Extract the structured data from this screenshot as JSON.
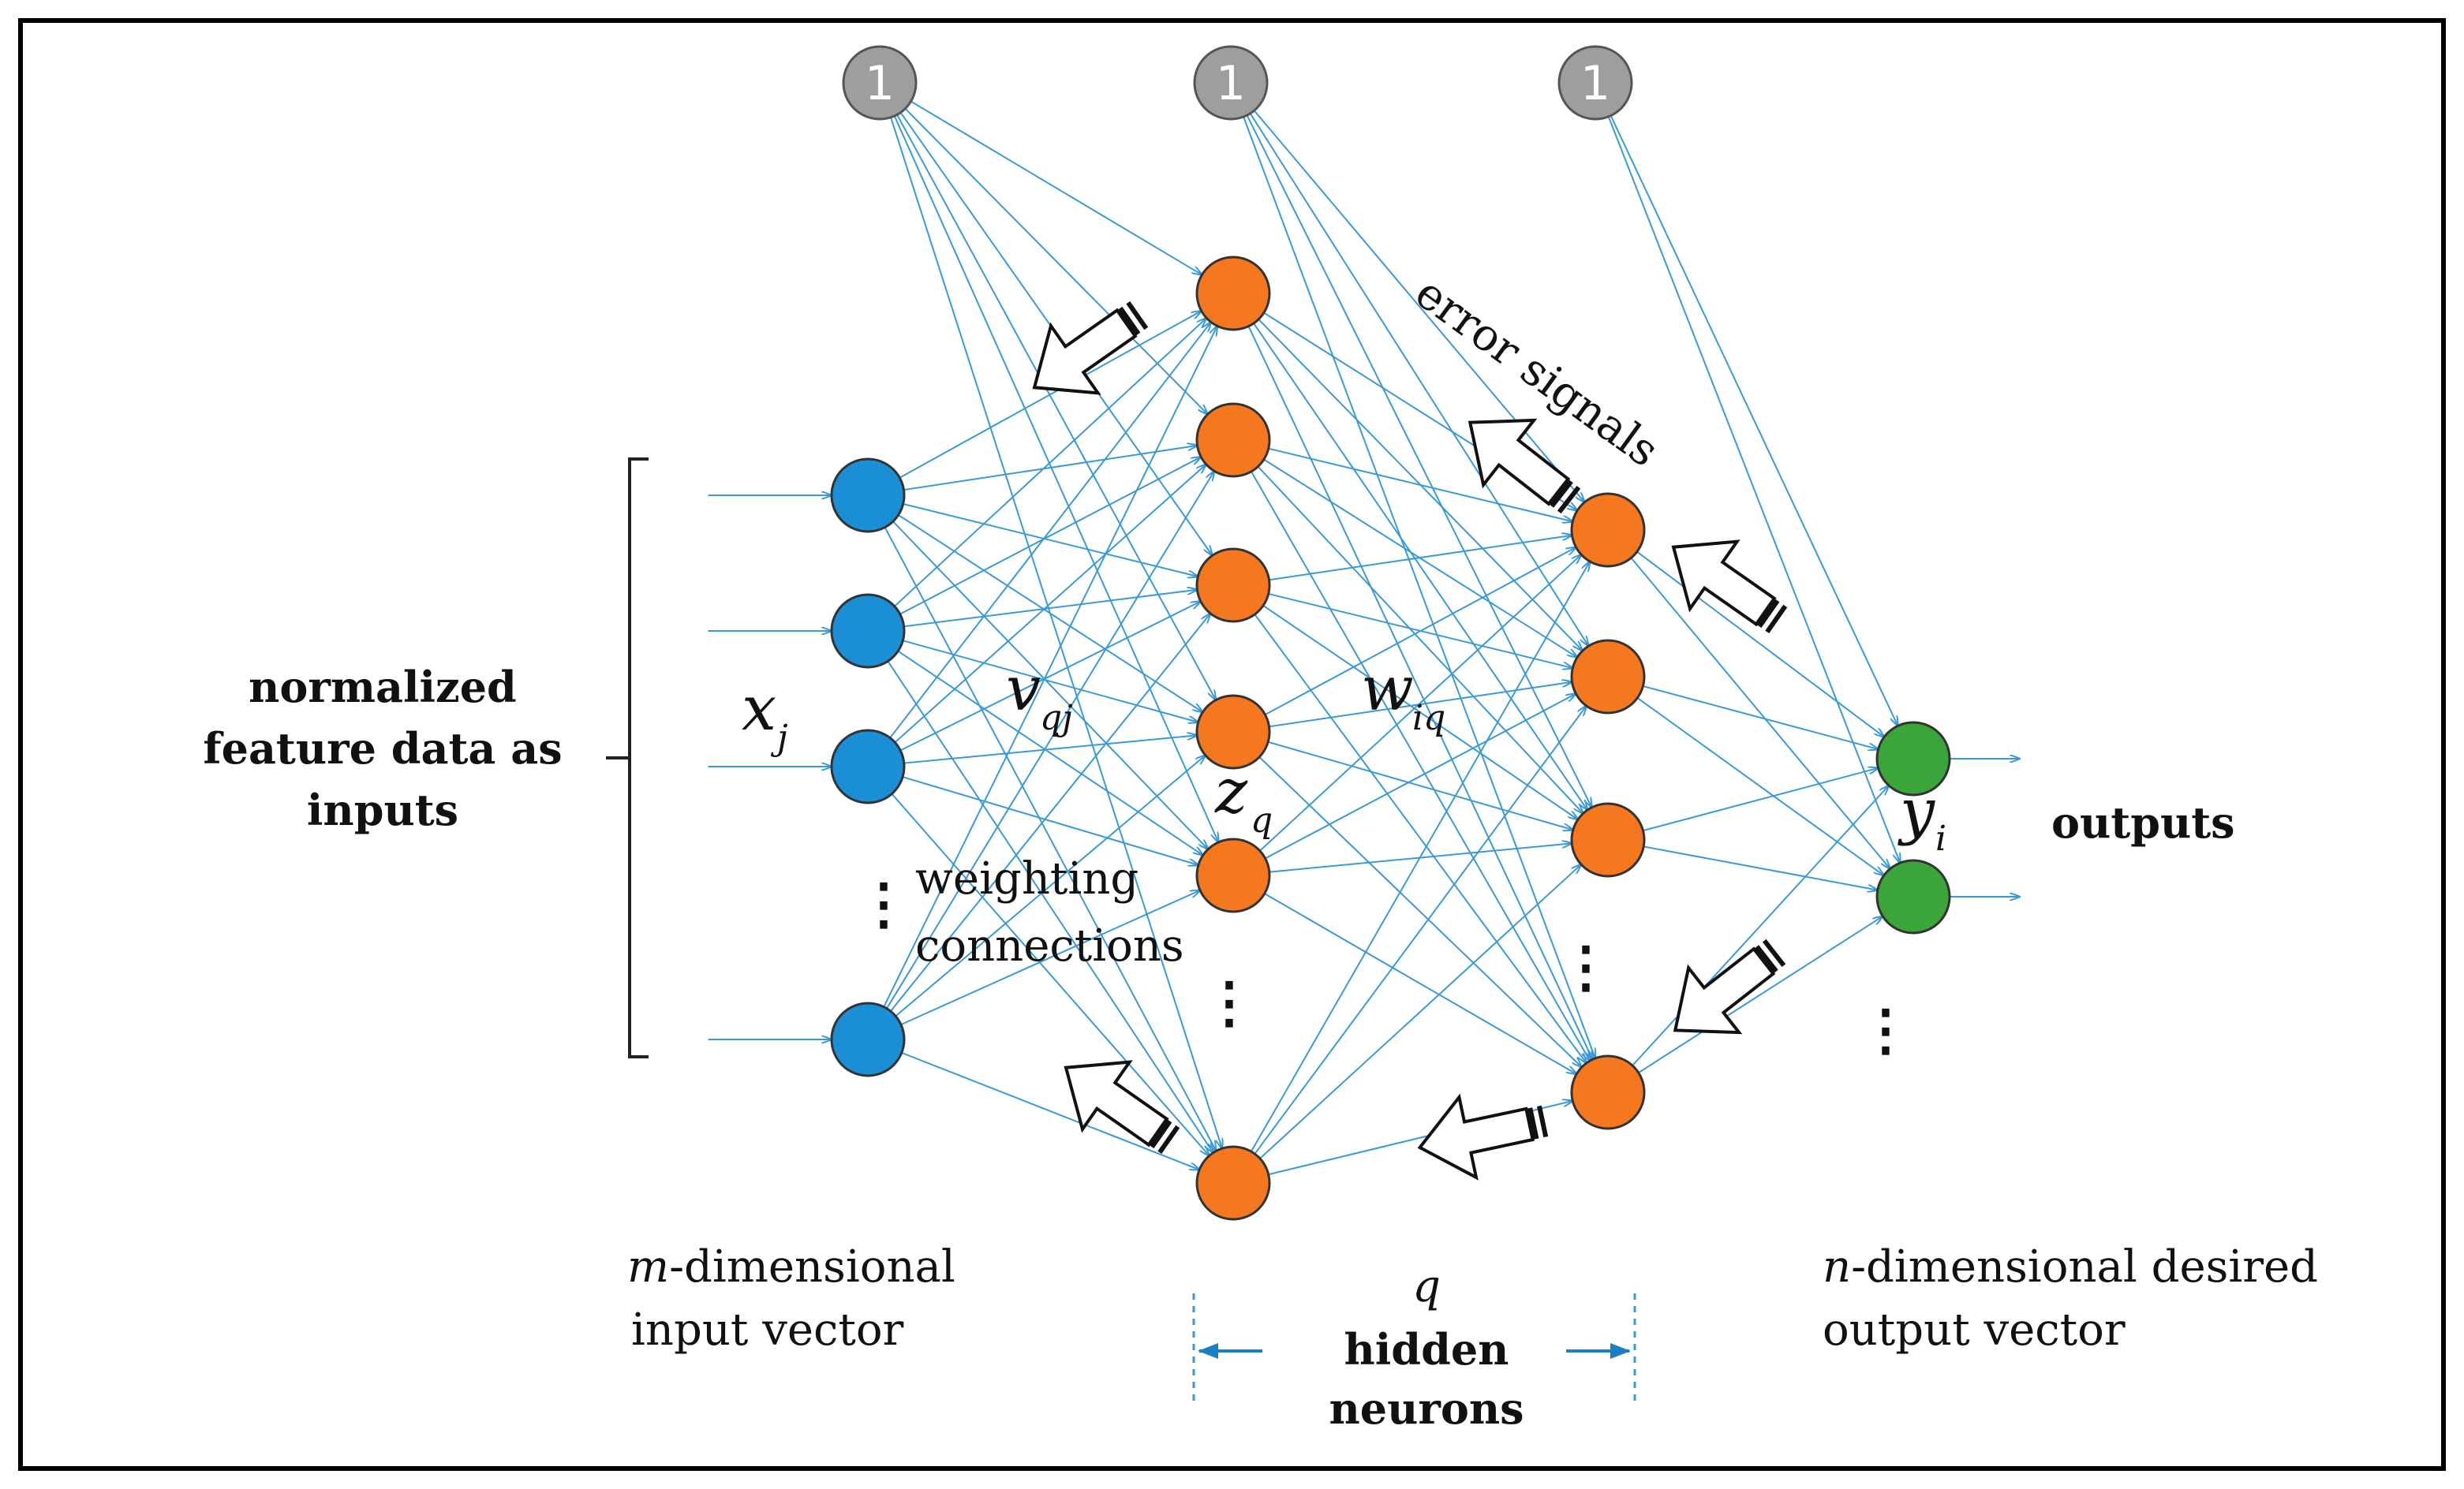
{
  "bias_label": "1",
  "labels": {
    "inputs_desc": [
      "normalized",
      "feature data as",
      "inputs"
    ],
    "x_var": "x",
    "x_sub": "j",
    "v_var": "v",
    "v_sub": "qj",
    "w_var": "w",
    "w_sub": "iq",
    "z_var": "z",
    "z_sub": "q",
    "y_var": "y",
    "y_sub": "i",
    "weighting": [
      "weighting",
      "connections"
    ],
    "error_signals": "error signals",
    "outputs": "outputs",
    "input_vector_var": "m",
    "input_vector": [
      "-dimensional",
      "input vector"
    ],
    "output_vector_var": "n",
    "output_vector": [
      "-dimensional desired",
      "output vector"
    ],
    "q": "q",
    "hidden_neurons": [
      "hidden",
      "neurons"
    ],
    "ellipsis": "⋮"
  },
  "colors": {
    "input_node": "#1b8fd6",
    "hidden_node": "#f5781e",
    "output_node": "#3aa63a",
    "bias_node": "#9e9e9e",
    "connection": "#3a9ad9",
    "frame": "#000000"
  }
}
